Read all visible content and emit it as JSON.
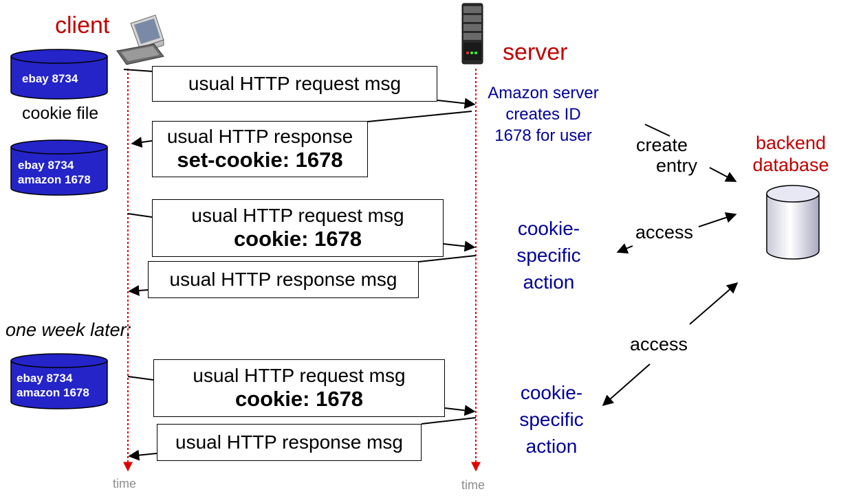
{
  "labels": {
    "client": "client",
    "server": "server",
    "cookie_file": "cookie file",
    "one_week_later": "one week later:",
    "time_client": "time",
    "time_server": "time",
    "backend_line1": "backend",
    "backend_line2": "database",
    "amazon_line1": "Amazon server",
    "amazon_line2": "creates ID",
    "amazon_line3": "1678 for user",
    "create_line1": "create",
    "create_line2": "entry",
    "access1": "access",
    "access2": "access",
    "action1_line1": "cookie-",
    "action1_line2": "specific",
    "action1_line3": "action",
    "action2_line1": "cookie-",
    "action2_line2": "specific",
    "action2_line3": "action"
  },
  "cookie_files": [
    {
      "lines": [
        "ebay 8734"
      ]
    },
    {
      "lines": [
        "ebay 8734",
        "amazon 1678"
      ]
    },
    {
      "lines": [
        "ebay 8734",
        "amazon 1678"
      ]
    }
  ],
  "messages": [
    {
      "line1": "usual HTTP request msg",
      "line2": ""
    },
    {
      "line1": "usual HTTP response",
      "line2": "set-cookie: 1678"
    },
    {
      "line1": "usual HTTP request msg",
      "line2": "cookie: 1678"
    },
    {
      "line1": "usual HTTP response msg",
      "line2": ""
    },
    {
      "line1": "usual HTTP request msg",
      "line2": "cookie: 1678"
    },
    {
      "line1": "usual HTTP response msg",
      "line2": ""
    }
  ],
  "colors": {
    "label_red": "#c00000",
    "label_navy": "#000099",
    "cookie_blue": "#2424c8",
    "timeline_red": "#e00000"
  }
}
